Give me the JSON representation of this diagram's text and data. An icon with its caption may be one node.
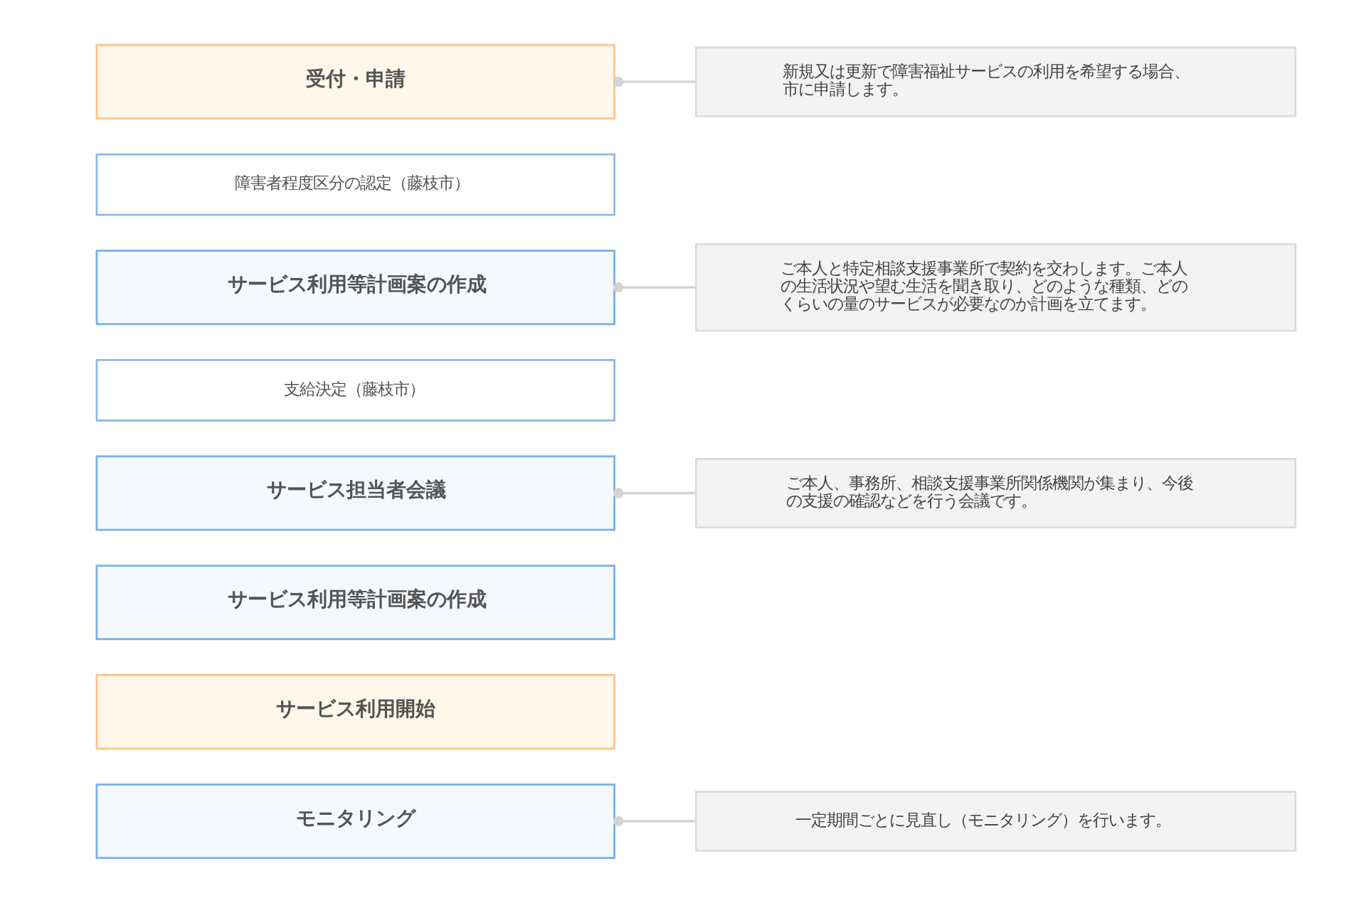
{
  "diagram": {
    "nodes": [
      {
        "text": [
          "受付・申請"
        ]
      },
      {
        "text": [
          "新規又は更新で障害福祉サービスの利用を希望する場合、市に申請します。"
        ]
      },
      {
        "text": [
          "障害者程度区分の認定（藤枝市）"
        ]
      },
      {
        "text": [
          "サービス利用等計画案の作成"
        ]
      },
      {
        "text": [
          "ご本人と特定相談支援事業所で契約を交わします。ご本人の生活状況や望む生活を聞き取り、どのような種類、どのくらいの量のサービスが必要なのか計画を立てます。"
        ]
      },
      {
        "text": [
          "支給決定（藤枝市）"
        ]
      },
      {
        "text": [
          "サービス担当者会議"
        ]
      },
      {
        "text": [
          "ご本人、事務所、相談支援事業所関係機関が集まり、今後の支援の確認などを行う会議です。"
        ]
      },
      {
        "text": [
          "サービス利用等計画案の作成"
        ]
      },
      {
        "text": [
          "サービス利用開始"
        ]
      },
      {
        "text": [
          "モニタリング"
        ]
      },
      {
        "text": [
          "一定期間ごとに見直し（モニタリング）を行います。"
        ]
      }
    ],
    "edges": [
      {
        "from": 0,
        "to": 1,
        "arrow": "other"
      },
      {
        "from": 3,
        "to": 4,
        "arrow": "other"
      },
      {
        "from": 6,
        "to": 7,
        "arrow": "other"
      },
      {
        "from": 10,
        "to": 11,
        "arrow": "other"
      }
    ]
  }
}
